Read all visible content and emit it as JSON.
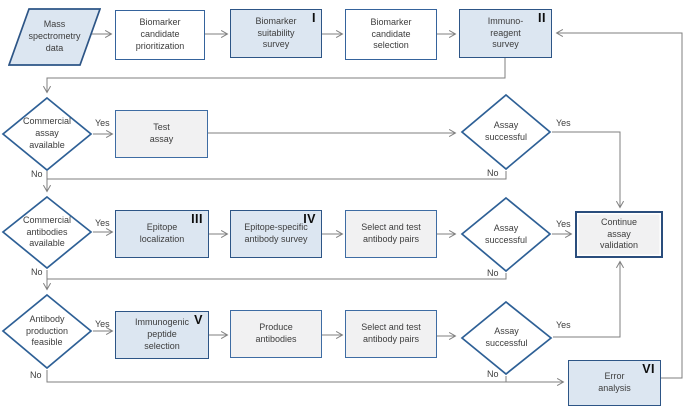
{
  "diagram_labels": {
    "yes": "Yes",
    "no": "No"
  },
  "colors": {
    "node_blue_fill": "#dce6f1",
    "node_gray_fill": "#f1f1f2",
    "node_white_fill": "#ffffff",
    "node_border_blue": "#2d5586",
    "diamond_border": "#2e6096",
    "connector_gray": "#7f7f7f",
    "text_color": "#3d3d3d"
  },
  "nodes": {
    "mass_spec": {
      "label": "Mass spectrometry data"
    },
    "biomarker_prioritization": {
      "label": "Biomarker candidate prioritization"
    },
    "biomarker_suitability": {
      "label": "Biomarker suitability survey",
      "numeral": "I"
    },
    "biomarker_selection": {
      "label": "Biomarker candidate selection"
    },
    "immunoreagent_survey": {
      "label": "Immuno-reagent survey",
      "numeral": "II"
    },
    "commercial_assay": {
      "label": "Commercial assay available"
    },
    "test_assay": {
      "label": "Test assay"
    },
    "assay_successful_1": {
      "label": "Assay successful"
    },
    "commercial_antibodies": {
      "label": "Commercial antibodies available"
    },
    "epitope_localization": {
      "label": "Epitope localization",
      "numeral": "III"
    },
    "epitope_specific_survey": {
      "label": "Epitope-specific antibody survey",
      "numeral": "IV"
    },
    "select_test_pairs_1": {
      "label": "Select and test antibody pairs"
    },
    "assay_successful_2": {
      "label": "Assay successful"
    },
    "continue_validation": {
      "label": "Continue assay validation"
    },
    "antibody_production": {
      "label": "Antibody production feasible"
    },
    "immunogenic_peptide": {
      "label": "Immunogenic peptide selection",
      "numeral": "V"
    },
    "produce_antibodies": {
      "label": "Produce antibodies"
    },
    "select_test_pairs_2": {
      "label": "Select and test antibody pairs"
    },
    "assay_successful_3": {
      "label": "Assay successful"
    },
    "error_analysis": {
      "label": "Error analysis",
      "numeral": "VI"
    }
  }
}
